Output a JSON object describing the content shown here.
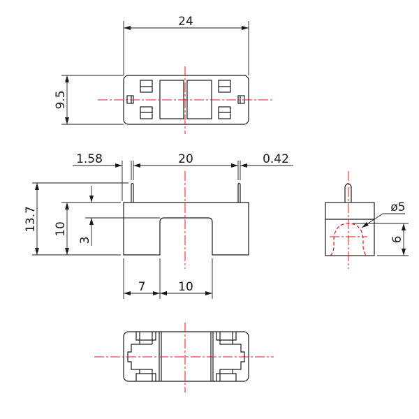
{
  "drawing": {
    "top_view": {
      "width_dim": "24",
      "height_dim": "9.5"
    },
    "front_view": {
      "pin_offset_left": "1.58",
      "pin_spacing": "20",
      "pin_offset_right": "0.42",
      "total_height": "13.7",
      "body_height": "10",
      "slot_depth": "3",
      "leg_width": "7",
      "slot_width": "10"
    },
    "side_view": {
      "hole_diameter": "ø5",
      "hole_center_height": "6"
    },
    "colors": {
      "outline": "#1a1a1a",
      "centerline": "#e8141b"
    }
  }
}
